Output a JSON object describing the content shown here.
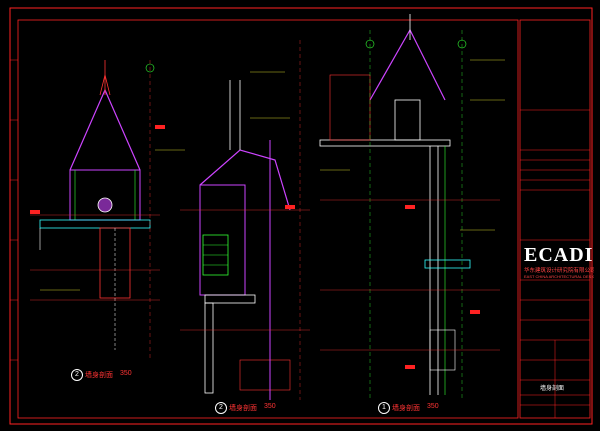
{
  "title_block": {
    "logo": "ECADI",
    "company_cn": "华东建筑设计研究院有限公司",
    "company_en": "EAST CHINA ARCHITECTURAL DESIGN & RESEARCH INSTITUTE",
    "drawing_title": "墙身剖面"
  },
  "views": [
    {
      "number": "2",
      "label": "墙身剖面",
      "scale": "350"
    },
    {
      "number": "2",
      "label": "墙身剖面",
      "scale": "350"
    },
    {
      "number": "1",
      "label": "墙身剖面",
      "scale": "350"
    }
  ],
  "colors": {
    "frame": "#ff2222",
    "purple": "#cc44ff",
    "green": "#33ff33",
    "white": "#ffffff",
    "yellow": "#ffff33",
    "cyan": "#33ffff"
  }
}
